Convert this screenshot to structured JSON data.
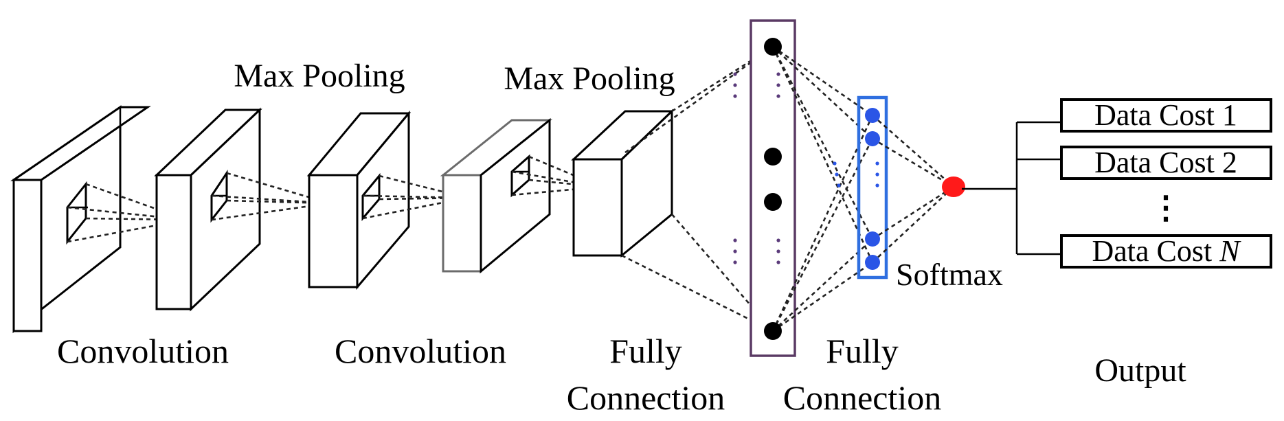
{
  "labels": {
    "conv1": "Convolution",
    "conv2": "Convolution",
    "pool1": "Max Pooling",
    "pool2": "Max Pooling",
    "fc1_line1": "Fully",
    "fc1_line2": "Connection",
    "fc2_line1": "Fully",
    "fc2_line2": "Connection",
    "softmax": "Softmax",
    "output": "Output"
  },
  "outputs": {
    "item1": "Data Cost 1",
    "item2": "Data Cost 2",
    "itemN_prefix": "Data Cost ",
    "itemN_suffix": "N",
    "ellipsis": "⋮"
  },
  "colors": {
    "fc_box": "#5a3a64",
    "fc_dots": "#5a3a7a",
    "softmax_box": "#2f6fe0",
    "blue_node": "#2a55e6",
    "softmax_node": "#ff1a1a",
    "black_node": "#000000"
  }
}
